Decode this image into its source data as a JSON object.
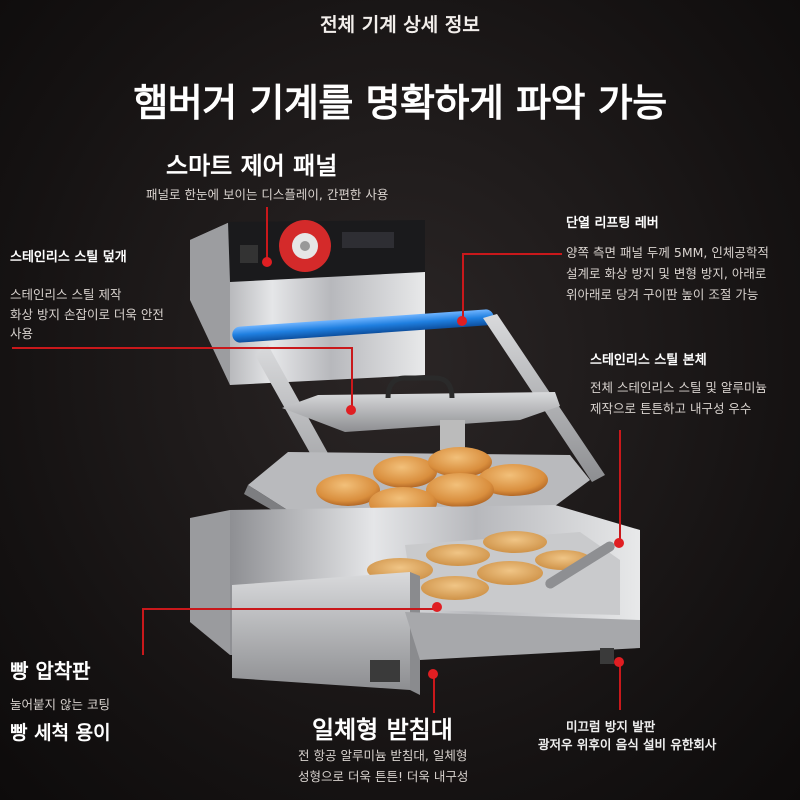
{
  "header": {
    "top_title": "전체 기계 상세 정보",
    "headline": "햄버거 기계를 명확하게 파악 가능"
  },
  "features": {
    "smart_panel": {
      "title": "스마트 제어 패널",
      "desc": "패널로 한눈에 보이는 디스플레이, 간편한 사용"
    },
    "lid": {
      "title": "스테인리스 스틸 덮개",
      "desc1": "스테인리스 스틸 제작",
      "desc2": "화상 방지 손잡이로 더욱 안전",
      "desc3": "사용"
    },
    "lever": {
      "title": "단열 리프팅 레버",
      "desc1": "양쪽 측면 패널 두께 5MM, 인체공학적",
      "desc2": "설계로 화상 방지 및 변형 방지, 아래로",
      "desc3": "위아래로 당겨 구이판 높이 조절 가능"
    },
    "body": {
      "title": "스테인리스 스틸 본체",
      "desc1": "전체 스테인리스 스틸 및 알루미늄",
      "desc2": "제작으로 튼튼하고 내구성 우수"
    },
    "press": {
      "title": "빵 압착판",
      "desc1": "눌어붙지 않는 코팅",
      "desc2": "빵 세척 용이"
    },
    "base": {
      "title": "일체형 받침대",
      "desc1": "전 항공 알루미늄 받침대, 일체형",
      "desc2": "성형으로 더욱 튼튼! 더욱 내구성"
    },
    "feet": {
      "title": "미끄럼 방지 발판",
      "desc1": "광저우 위후이 음식 설비 유한회사"
    }
  },
  "colors": {
    "accent": "#e01e22",
    "lever_blue": "#1f7fe0"
  }
}
